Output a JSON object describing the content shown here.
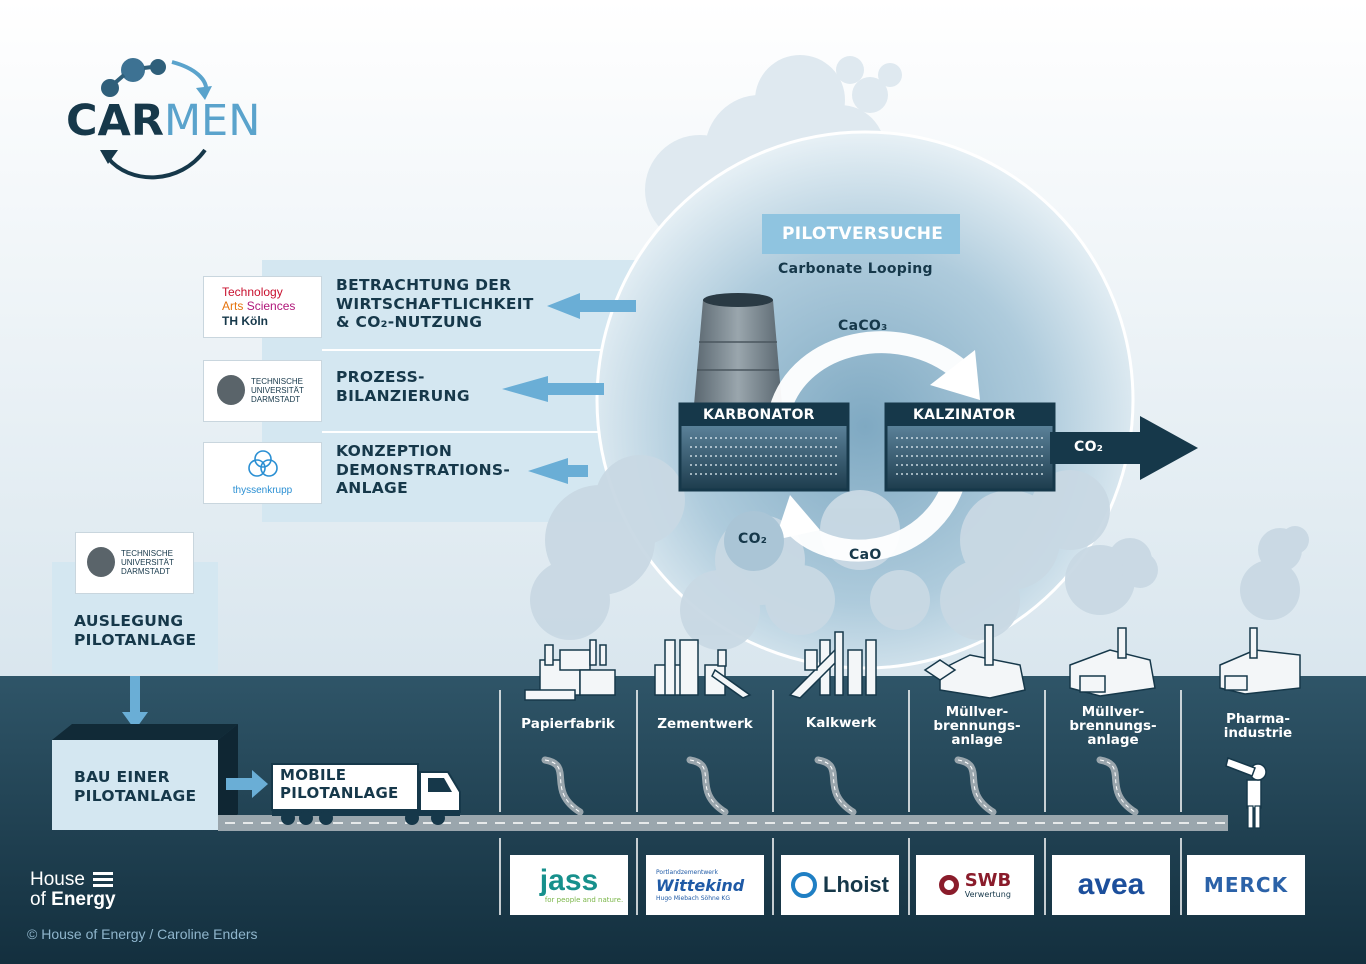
{
  "logo": {
    "part1": "CAR",
    "part2": "MEN"
  },
  "pilot": {
    "title": "PILOTVERSUCHE",
    "subtitle": "Carbonate Looping"
  },
  "process": {
    "caco3": "CaCO₃",
    "cao": "CaO",
    "co2_out": "CO₂",
    "co2_in": "CO₂",
    "karbonator": "KARBONATOR",
    "kalzinator": "KALZINATOR"
  },
  "tasks": [
    {
      "lines": [
        "BETRACHTUNG DER",
        "WIRTSCHAFTLICHKEIT",
        "& CO₂-NUTZUNG"
      ]
    },
    {
      "lines": [
        "PROZESS-",
        "BILANZIERUNG"
      ]
    },
    {
      "lines": [
        "KONZEPTION",
        "DEMONSTRATIONS-",
        "ANLAGE"
      ]
    }
  ],
  "partners_left": {
    "thk": {
      "line1": "Technology",
      "line2a": "Arts",
      "line2b": "Sciences",
      "line3": "TH Köln"
    },
    "tud": {
      "line1": "TECHNISCHE",
      "line2": "UNIVERSITÄT",
      "line3": "DARMSTADT"
    },
    "tk": {
      "name": "thyssenkrupp"
    }
  },
  "auslegung": {
    "line1": "AUSLEGUNG",
    "line2": "PILOTANLAGE"
  },
  "bau": {
    "line1": "BAU EINER",
    "line2": "PILOTANLAGE"
  },
  "mobile": {
    "line1": "MOBILE",
    "line2": "PILOTANLAGE"
  },
  "industries": [
    {
      "name": "Papierfabrik"
    },
    {
      "name": "Zementwerk"
    },
    {
      "name": "Kalkwerk"
    },
    {
      "name": "Müllver-\nbrennungs-\nanlage"
    },
    {
      "name": "Müllver-\nbrennungs-\nanlage"
    },
    {
      "name": "Pharma-\nindustrie"
    }
  ],
  "industry_partners": {
    "jass": {
      "name": "jass",
      "tagline": "for people and nature."
    },
    "wittekind": {
      "top": "Portlandzementwerk",
      "name": "Wittekind",
      "bottom": "Hugo Miebach Söhne KG"
    },
    "lhoist": {
      "name": "Lhoist"
    },
    "swb": {
      "name": "SWB",
      "sub": "Verwertung"
    },
    "avea": {
      "name": "avea"
    },
    "merck": {
      "name": "MERCK"
    }
  },
  "footer": {
    "hoe1": "House",
    "hoe2": "of",
    "hoe3": "Energy",
    "credit": "© House of Energy / Caroline Enders"
  },
  "colors": {
    "navy": "#16384a",
    "dark_teal": "#1f4052",
    "light_blue": "#d4e7f1",
    "arrow_blue": "#6aaed6",
    "pilot_box": "#8fc4e0"
  }
}
